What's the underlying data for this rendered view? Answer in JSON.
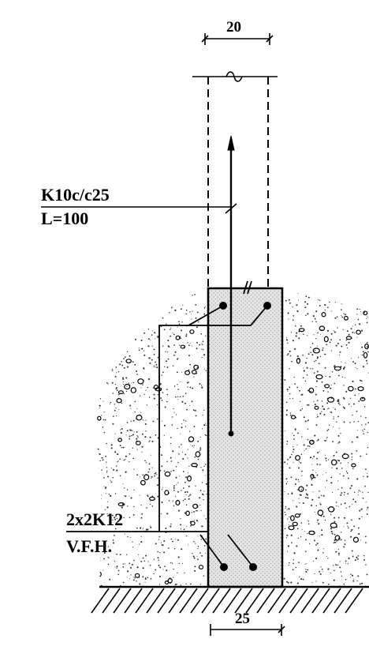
{
  "labels": {
    "top_dimension": "20",
    "bottom_dimension": "25",
    "stirrup_bar": "K10c/c25",
    "stirrup_length": "L=100",
    "main_bars": "2x2K12",
    "main_bars_note": "V.F.H."
  },
  "colors": {
    "ink": "#000000",
    "concrete_fill": "#e2e2e2",
    "soil_speckle": "#333333"
  }
}
